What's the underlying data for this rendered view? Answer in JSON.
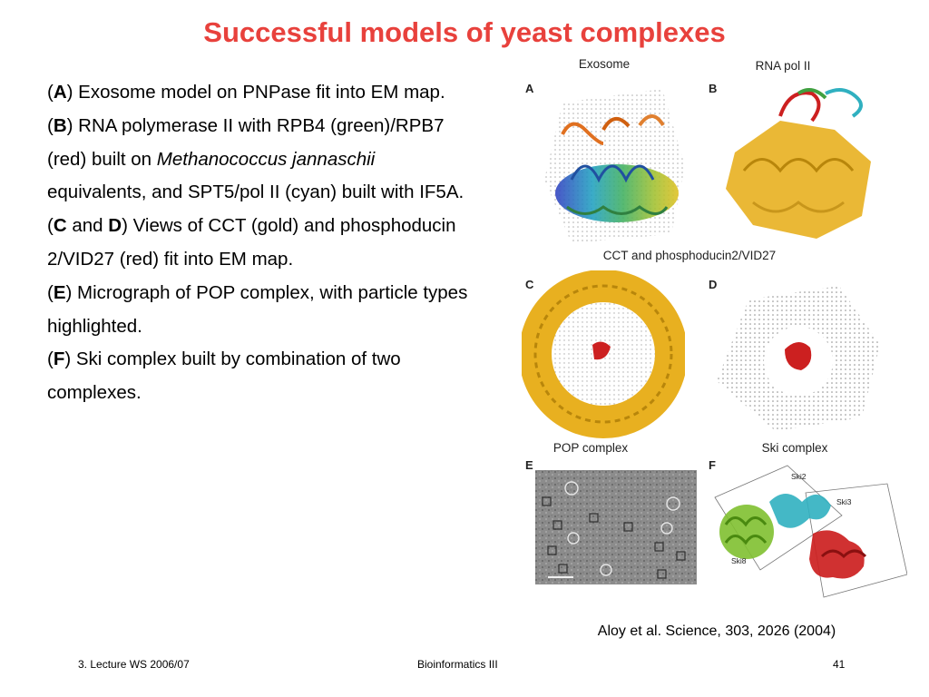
{
  "title": "Successful models of yeast complexes",
  "paragraphs": {
    "a": {
      "open": "(",
      "letter": "A",
      "rest": ") Exosome model on PNPase fit into EM map."
    },
    "b": {
      "open": "(",
      "letter": "B",
      "rest": ") RNA polymerase II with RPB4 (green)/RPB7 (red) built on ",
      "italic": "Methanococcus jannaschii",
      "rest2": " equivalents, and SPT5/pol II (cyan) built with IF5A."
    },
    "c": {
      "open": "(",
      "letter": "C",
      "and": " and ",
      "letter2": "D",
      "rest": ") Views of CCT (gold) and phosphoducin 2/VID27 (red) fit into EM map."
    },
    "e": {
      "open": "(",
      "letter": "E",
      "rest": ") Micrograph of POP complex, with particle types highlighted."
    },
    "f": {
      "open": "(",
      "letter": "F",
      "rest": ") Ski complex built by combination of two complexes."
    }
  },
  "figure": {
    "headers": {
      "exosome": "Exosome",
      "rnapol": "RNA pol II",
      "cct": "CCT and phosphoducin2/VID27",
      "pop": "POP complex",
      "ski": "Ski complex"
    },
    "panel_letters": {
      "a": "A",
      "b": "B",
      "c": "C",
      "d": "D",
      "e": "E",
      "f": "F"
    },
    "ski_labels": {
      "ski2": "Ski2",
      "ski3": "Ski3",
      "ski8": "Ski8"
    }
  },
  "citation": "Aloy et al. Science, 303, 2026 (2004)",
  "footer": {
    "left": "3. Lecture WS 2006/07",
    "center": "Bioinformatics III",
    "right": "41"
  },
  "colors": {
    "title": "#e8413c",
    "gold": "#e8b020",
    "red": "#cc2020",
    "cyan": "#30b0c0",
    "green": "#80c030"
  }
}
